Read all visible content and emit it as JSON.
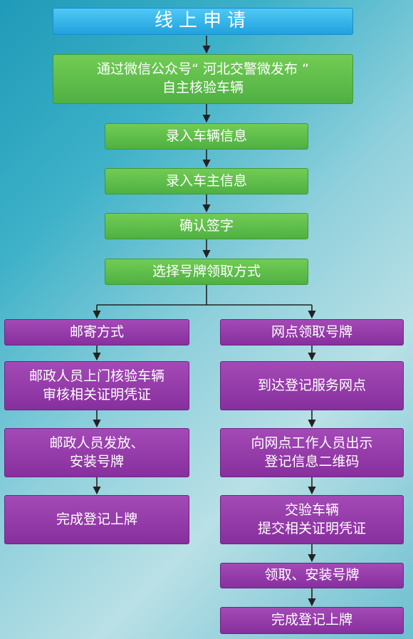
{
  "title": "线上申请",
  "steps": {
    "verify": "通过微信公众号“ 河北交警微发布 ”\n自主核验车辆",
    "vehicle_info": "录入车辆信息",
    "owner_info": "录入车主信息",
    "sign": "确认签字",
    "choose": "选择号牌领取方式"
  },
  "left_branch": {
    "head": "邮寄方式",
    "step1": "邮政人员上门核验车辆\n审核相关证明凭证",
    "step2": "邮政人员发放、\n安装号牌",
    "step3": "完成登记上牌"
  },
  "right_branch": {
    "head": "网点领取号牌",
    "step1": "到达登记服务网点",
    "step2": "向网点工作人员出示\n登记信息二维码",
    "step3": "交验车辆\n提交相关证明凭证",
    "step4": "领取、安装号牌",
    "step5": "完成登记上牌"
  },
  "colors": {
    "title": "#21a2de",
    "green": "#4fb043",
    "purple": "#872f9d",
    "arrow": "#222222"
  }
}
